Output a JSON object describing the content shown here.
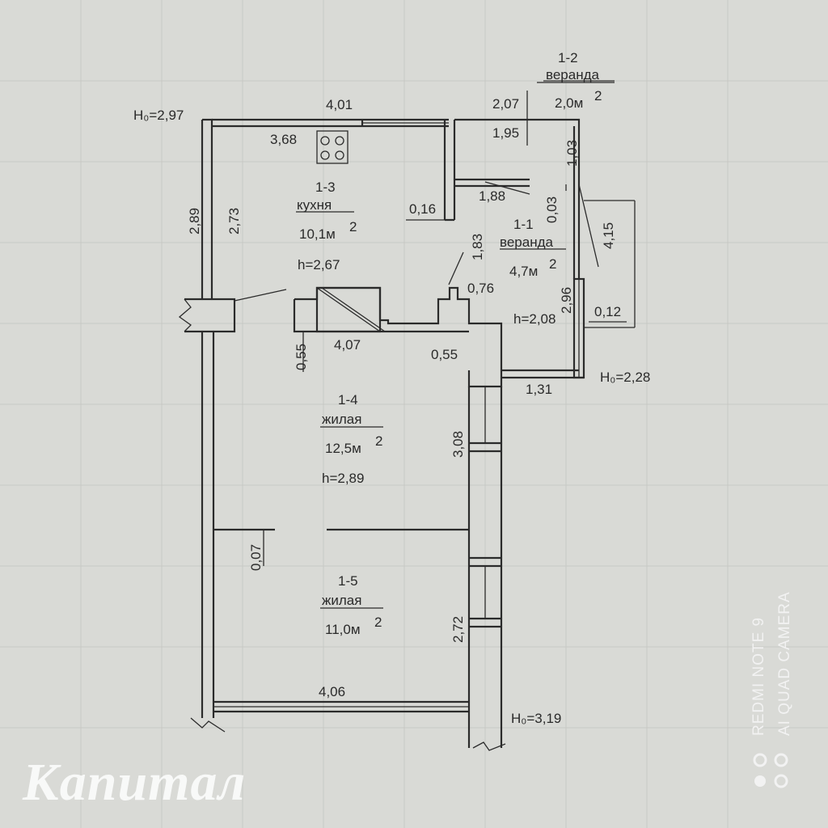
{
  "rooms": [
    {
      "id": "1-1",
      "name": "веранда",
      "area": "4,7м",
      "height": "h=2,08"
    },
    {
      "id": "1-2",
      "name": "веранда",
      "area": "2,0м"
    },
    {
      "id": "1-3",
      "name": "кухня",
      "area": "10,1м",
      "height": "h=2,67"
    },
    {
      "id": "1-4",
      "name": "жилая",
      "area": "12,5м",
      "height": "h=2,89"
    },
    {
      "id": "1-5",
      "name": "жилая",
      "area": "11,0м"
    }
  ],
  "area_sup": "2",
  "dimensions": {
    "d401": "4,01",
    "d368": "3,68",
    "d289": "2,89",
    "d273": "2,73",
    "d207": "2,07",
    "d195": "1,95",
    "d103": "1,03",
    "d016": "0,16",
    "d188": "1,88",
    "d003": "0,03",
    "d183": "1,83",
    "d415": "4,15",
    "d076": "0,76",
    "d296": "2,96",
    "d012": "0,12",
    "d055a": "0,55",
    "d407": "4,07",
    "d055b": "0,55",
    "d131": "1,31",
    "d308": "3,08",
    "d007": "0,07",
    "d272": "2,72",
    "d406": "4,06"
  },
  "elevations": {
    "h297": "H₀=2,97",
    "h228": "H₀=2,28",
    "h319": "H₀=3,19"
  },
  "watermark": "Капитал",
  "camera": {
    "line1": "REDMI NOTE 9",
    "line2": "AI QUAD CAMERA"
  }
}
